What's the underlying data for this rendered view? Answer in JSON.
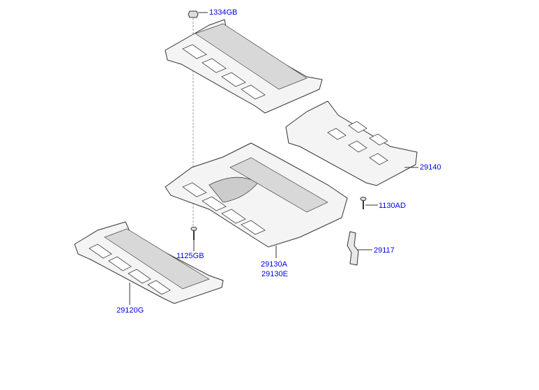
{
  "diagram": {
    "parts": [
      {
        "id": "nut",
        "label": "1334GB"
      },
      {
        "id": "under-cover-rear",
        "label": "29140"
      },
      {
        "id": "bolt-right",
        "label": "1130AD"
      },
      {
        "id": "bracket",
        "label": "29117"
      },
      {
        "id": "bolt-left",
        "label": "1125GB"
      },
      {
        "id": "under-cover-center",
        "label": "29130A",
        "label2": "29130E"
      },
      {
        "id": "under-cover-front",
        "label": "29120G"
      }
    ]
  }
}
